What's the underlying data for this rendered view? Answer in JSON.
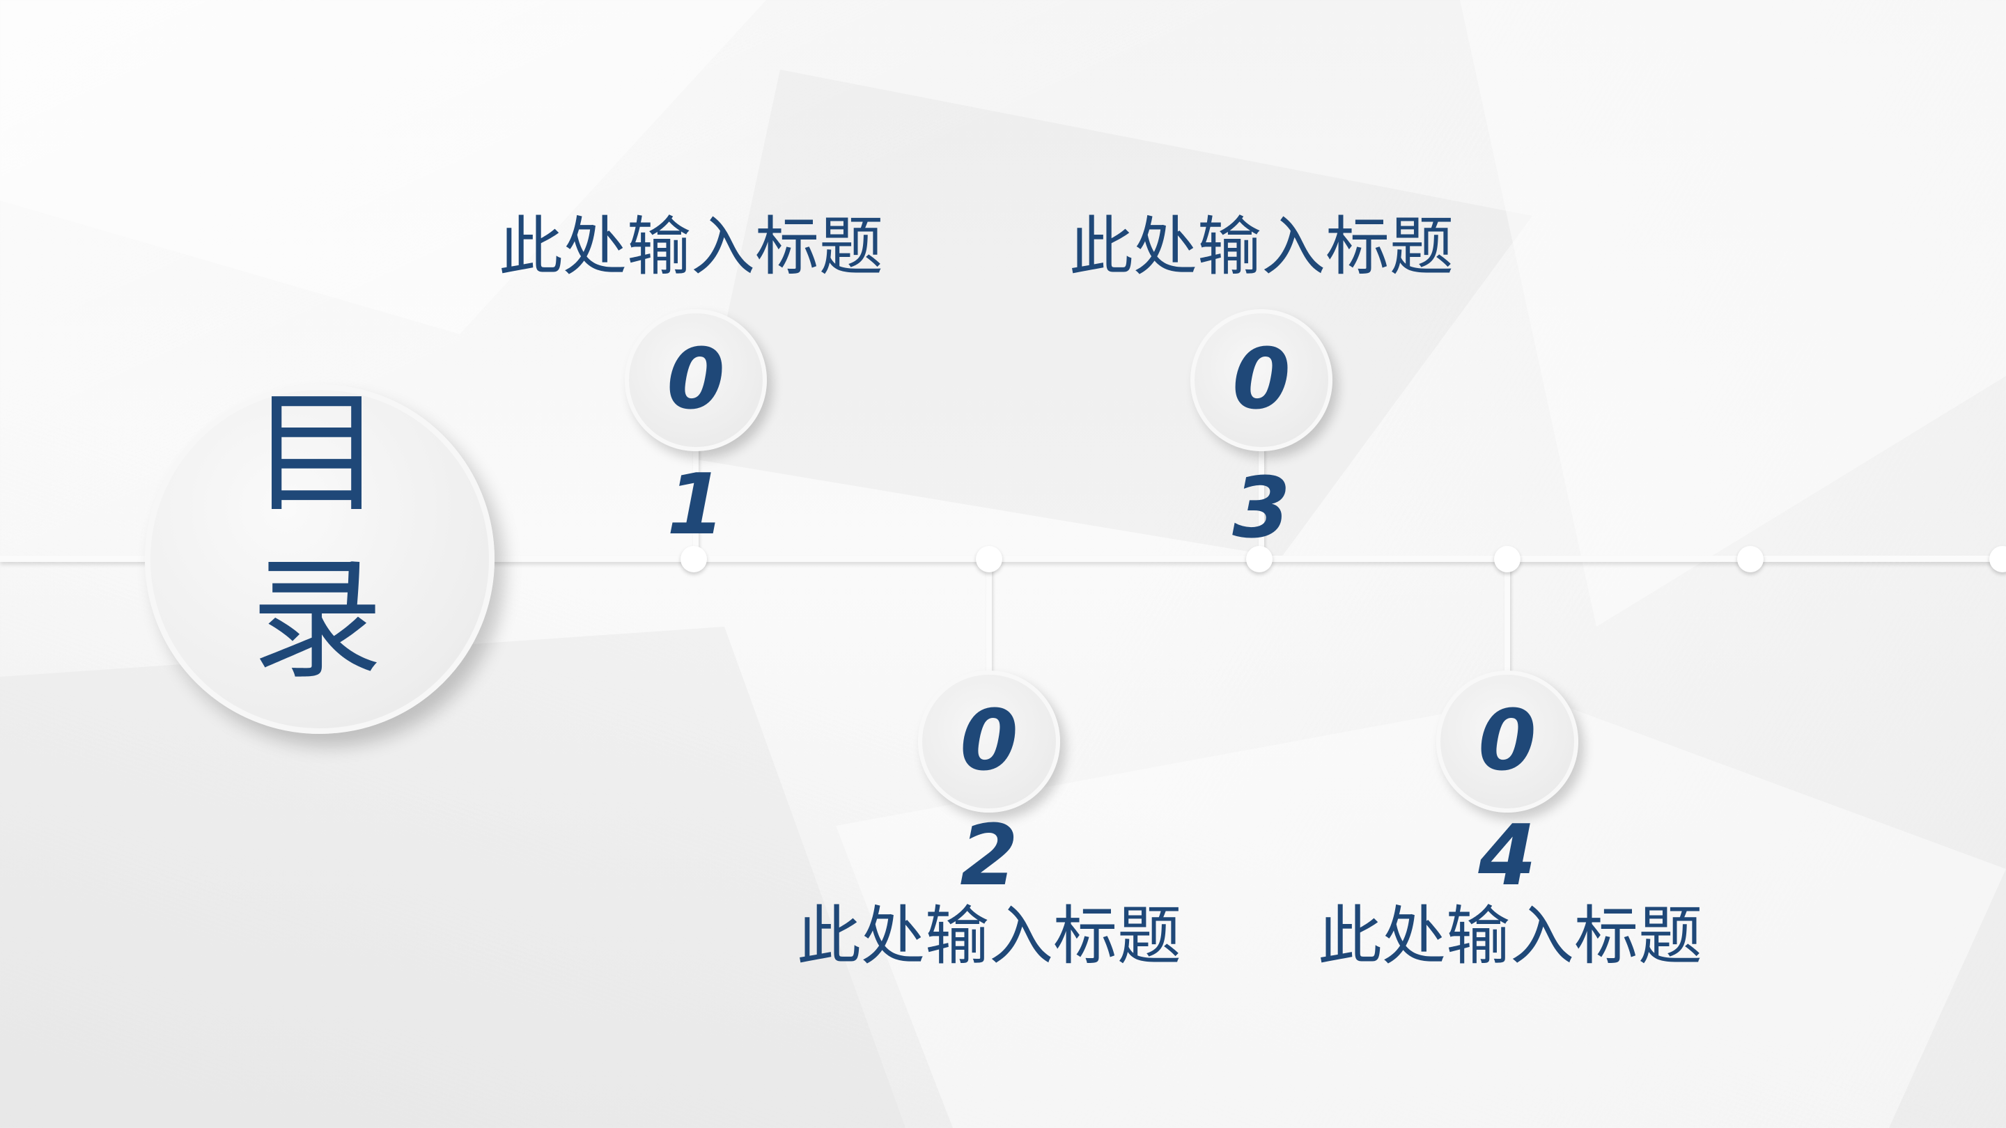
{
  "heading": {
    "line1": "目",
    "line2": "录"
  },
  "accent_color": "#1f4878",
  "items": [
    {
      "number_first": "0",
      "number_second": "1",
      "title": "此处输入标题"
    },
    {
      "number_first": "0",
      "number_second": "2",
      "title": "此处输入标题"
    },
    {
      "number_first": "0",
      "number_second": "3",
      "title": "此处输入标题"
    },
    {
      "number_first": "0",
      "number_second": "4",
      "title": "此处输入标题"
    }
  ]
}
